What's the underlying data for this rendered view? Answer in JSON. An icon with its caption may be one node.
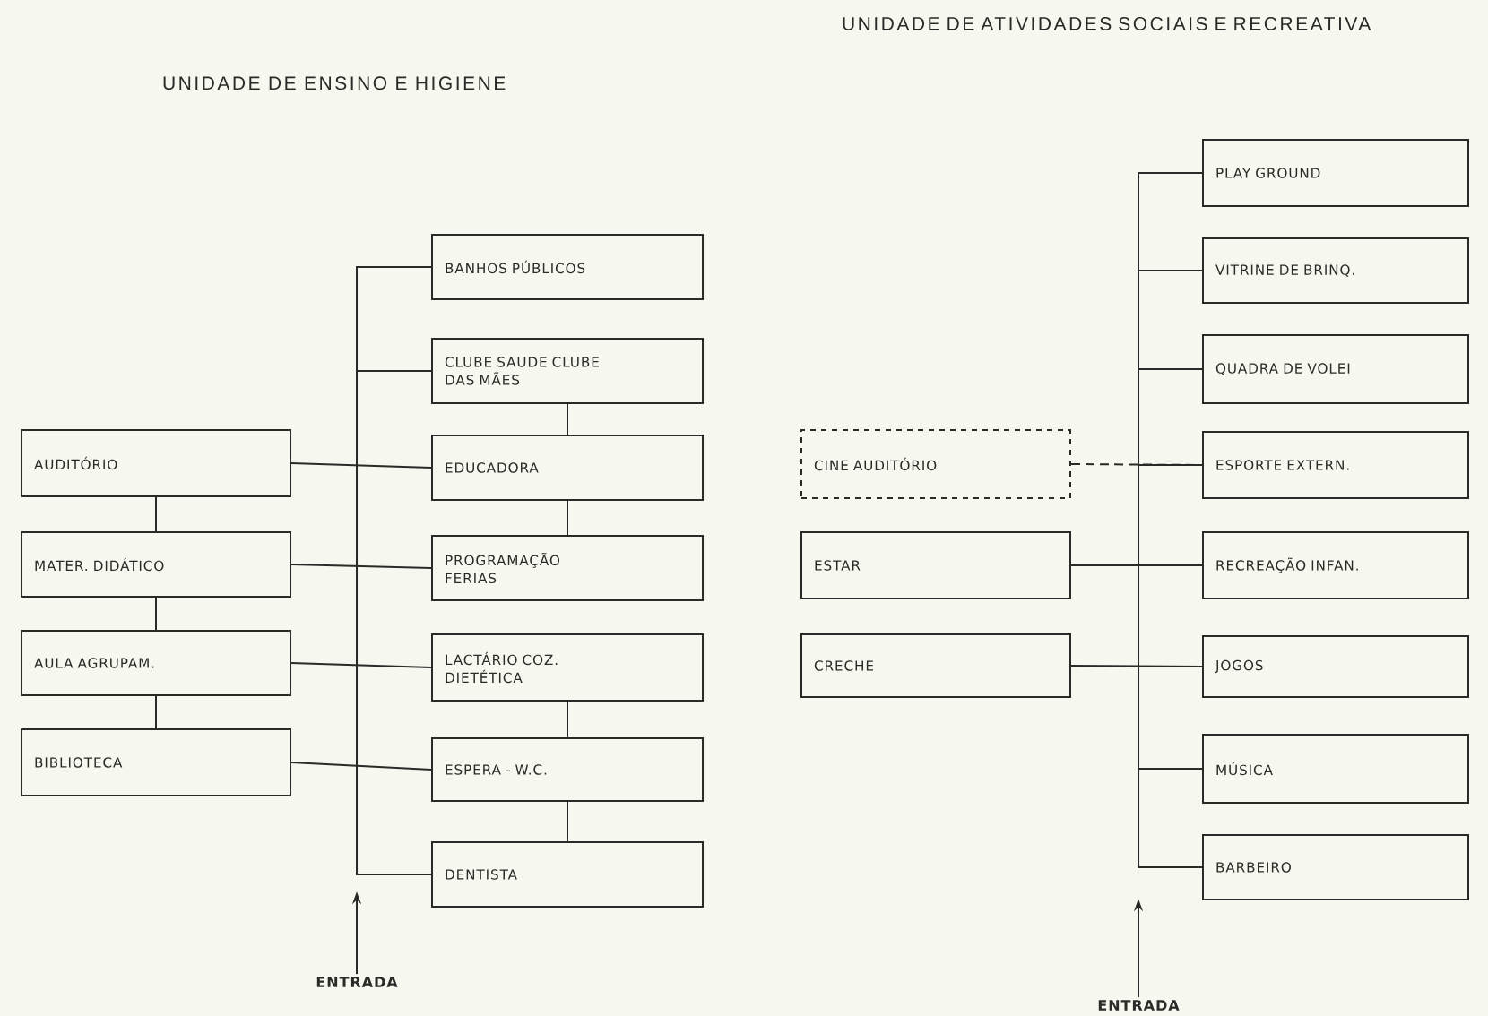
{
  "diagram": {
    "nodes": [
      {
        "text": [
          "BANHOS PÚBLICOS"
        ]
      },
      {
        "text": [
          "CLUBE SAUDE CLUBE DAS MÃES"
        ]
      },
      {
        "text": [
          "AUDITÓRIO"
        ]
      },
      {
        "text": [
          "EDUCADORA"
        ]
      },
      {
        "text": [
          "MATER. DIDÁTICO"
        ]
      },
      {
        "text": [
          "PROGRAMAÇÃO FERIAS"
        ]
      },
      {
        "text": [
          "AULA AGRUPAM."
        ]
      },
      {
        "text": [
          "LACTÁRIO COZ. DIETÉTICA"
        ]
      },
      {
        "text": [
          "BIBLIOTECA"
        ]
      },
      {
        "text": [
          "ESPERA - W.C."
        ]
      },
      {
        "text": [
          "DENTISTA"
        ]
      },
      {
        "text": [
          "ENTRADA"
        ]
      },
      {
        "text": [
          "PLAY GROUND"
        ]
      },
      {
        "text": [
          "VITRINE DE BRINQ."
        ]
      },
      {
        "text": [
          "QUADRA DE VOLEI"
        ]
      },
      {
        "text": [
          "CINE AUDITÓRIO"
        ]
      },
      {
        "text": [
          "ESPORTE EXTERN."
        ]
      },
      {
        "text": [
          "ESTAR"
        ]
      },
      {
        "text": [
          "RECREAÇÃO INFAN."
        ]
      },
      {
        "text": [
          "CRECHE"
        ]
      },
      {
        "text": [
          "JOGOS"
        ]
      },
      {
        "text": [
          "MÚSICA"
        ]
      },
      {
        "text": [
          "BARBEIRO"
        ]
      },
      {
        "text": [
          "ENTRADA"
        ]
      }
    ],
    "edges": [
      {
        "from": 0,
        "to": 10,
        "arrow": "none"
      },
      {
        "from": 1,
        "to": 10,
        "arrow": "none"
      },
      {
        "from": 2,
        "to": 3,
        "arrow": "none"
      },
      {
        "from": 4,
        "to": 5,
        "arrow": "none"
      },
      {
        "from": 6,
        "to": 7,
        "arrow": "none"
      },
      {
        "from": 8,
        "to": 9,
        "arrow": "none"
      },
      {
        "from": 2,
        "to": 4,
        "arrow": "none"
      },
      {
        "from": 4,
        "to": 6,
        "arrow": "none"
      },
      {
        "from": 6,
        "to": 8,
        "arrow": "none"
      },
      {
        "from": 1,
        "to": 3,
        "arrow": "none"
      },
      {
        "from": 3,
        "to": 5,
        "arrow": "none"
      },
      {
        "from": 7,
        "to": 9,
        "arrow": "none"
      },
      {
        "from": 9,
        "to": 10,
        "arrow": "none"
      },
      {
        "from": 11,
        "to": null,
        "arrow": "to"
      },
      {
        "from": 12,
        "to": 22,
        "arrow": "none"
      },
      {
        "from": 13,
        "to": 22,
        "arrow": "none"
      },
      {
        "from": 14,
        "to": 22,
        "arrow": "none"
      },
      {
        "from": 16,
        "to": 22,
        "arrow": "none"
      },
      {
        "from": 18,
        "to": 22,
        "arrow": "none"
      },
      {
        "from": 20,
        "to": 22,
        "arrow": "none"
      },
      {
        "from": 21,
        "to": 22,
        "arrow": "none"
      },
      {
        "from": 15,
        "to": 16,
        "arrow": "none",
        "style": "dashed"
      },
      {
        "from": 17,
        "to": 18,
        "arrow": "none"
      },
      {
        "from": 19,
        "to": 20,
        "arrow": "none"
      },
      {
        "from": 23,
        "to": null,
        "arrow": "to"
      }
    ],
    "labels": [
      "UNIDADE DE ENSINO E HIGIENE",
      "UNIDADE DE ATIVIDADES SOCIAIS E RECREATIVA"
    ]
  }
}
